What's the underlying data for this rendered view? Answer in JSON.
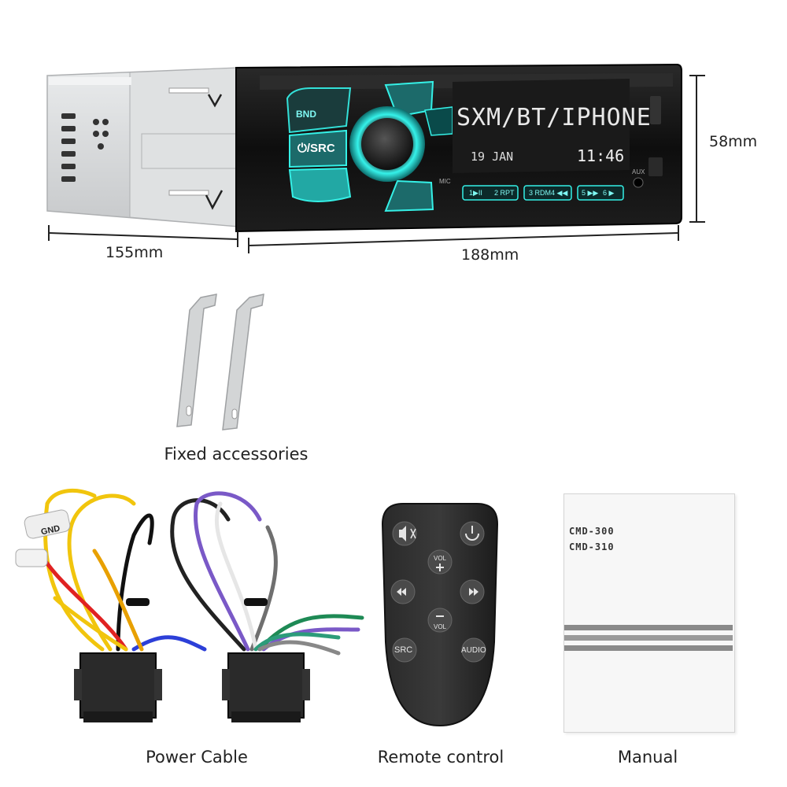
{
  "head_unit": {
    "display_main": "SXM/BT/IPHONE",
    "display_date": "19 JAN",
    "display_time": "11:46",
    "buttons": {
      "band": "BND",
      "src": "⏻/SRC",
      "mic": "MIC",
      "aux": "AUX",
      "preset_1": "1▶II",
      "preset_2": "2 RPT",
      "preset_3": "3 RDM",
      "preset_4": "4 ◀◀",
      "preset_5": "5 ▶▶",
      "preset_6": "6 ▶"
    }
  },
  "dimensions": {
    "depth": "155mm",
    "width": "188mm",
    "height": "58mm"
  },
  "captions": {
    "fixed_accessories": "Fixed accessories",
    "power_cable": "Power Cable",
    "remote_control": "Remote control",
    "manual": "Manual"
  },
  "power_cable": {
    "gnd_label": "GND"
  },
  "remote": {
    "vol_up": "VOL",
    "vol_down": "VOL",
    "src": "SRC",
    "audio": "AUDIO"
  },
  "manual": {
    "model_1": "CMD-300",
    "model_2": "CMD-310"
  },
  "colors": {
    "accent_cyan": "#2ee6e0",
    "unit_black": "#141414",
    "chassis_gray": "#d9dbdc"
  }
}
